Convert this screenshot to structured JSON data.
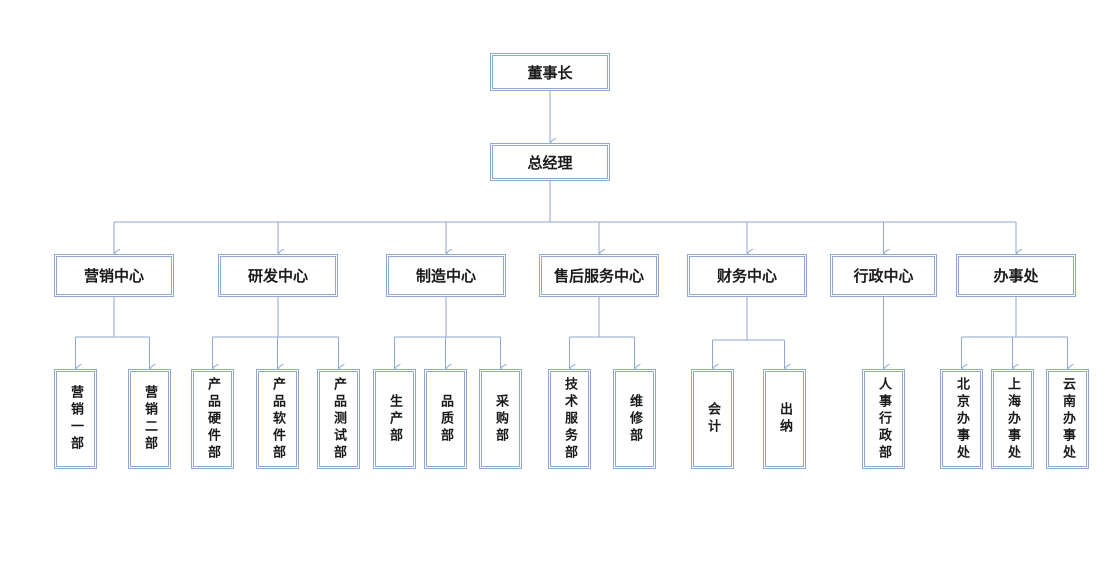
{
  "colors": {
    "line": "#8fa9cf",
    "text": "#1a1a1a",
    "background": "#ffffff"
  },
  "org": {
    "top": "董事长",
    "ceo": "总经理",
    "centers": [
      {
        "label": "营销中心",
        "units": [
          "营销一部",
          "营销二部"
        ]
      },
      {
        "label": "研发中心",
        "units": [
          "产品硬件部",
          "产品软件部",
          "产品测试部"
        ]
      },
      {
        "label": "制造中心",
        "units": [
          "生产部",
          "品质部",
          "采购部"
        ]
      },
      {
        "label": "售后服务中心",
        "units": [
          "技术服务部",
          "维修部"
        ]
      },
      {
        "label": "财务中心",
        "units": [
          "会计",
          "出纳"
        ]
      },
      {
        "label": "行政中心",
        "units": [
          "人事行政部"
        ]
      },
      {
        "label": "办事处",
        "units": [
          "北京办事处",
          "上海办事处",
          "云南办事处"
        ]
      }
    ]
  }
}
